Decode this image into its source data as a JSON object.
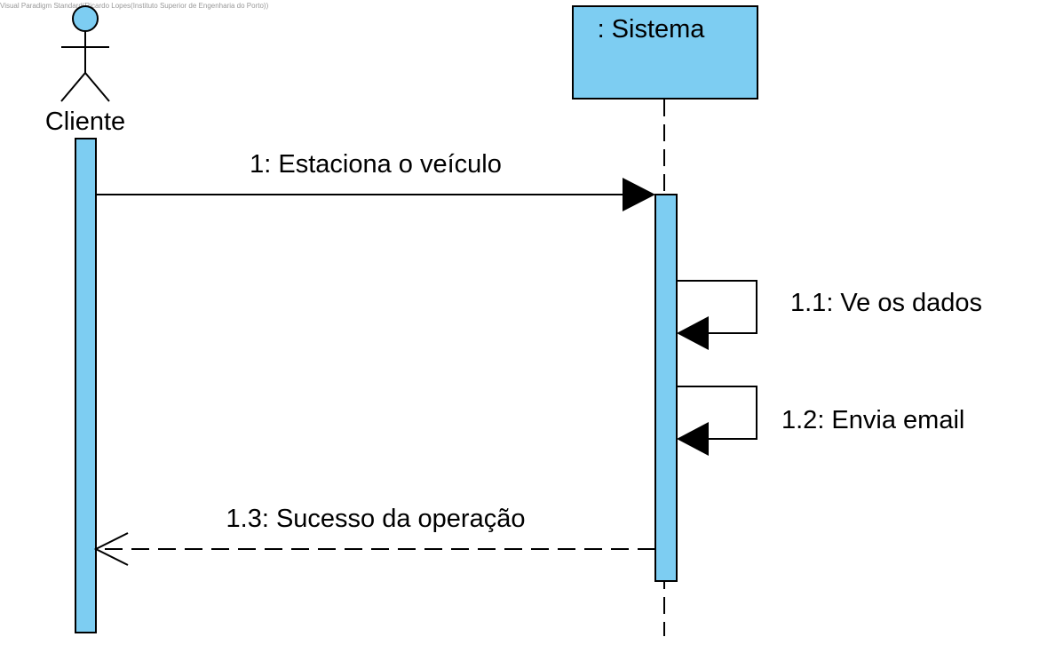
{
  "watermark": "Visual Paradigm Standard(Ricardo Lopes(Instituto Superior de Engenharia do Porto))",
  "actor": {
    "name": "Cliente"
  },
  "lifeline_system": {
    "name": ": Sistema"
  },
  "messages": [
    {
      "label": "1: Estaciona o veículo",
      "kind": "synchronous"
    },
    {
      "label": "1.1: Ve os dados",
      "kind": "self"
    },
    {
      "label": "1.2: Envia email",
      "kind": "self"
    },
    {
      "label": "1.3: Sucesso da operação",
      "kind": "return"
    }
  ],
  "colors": {
    "fill": "#7dcdf2",
    "stroke": "#000000"
  }
}
